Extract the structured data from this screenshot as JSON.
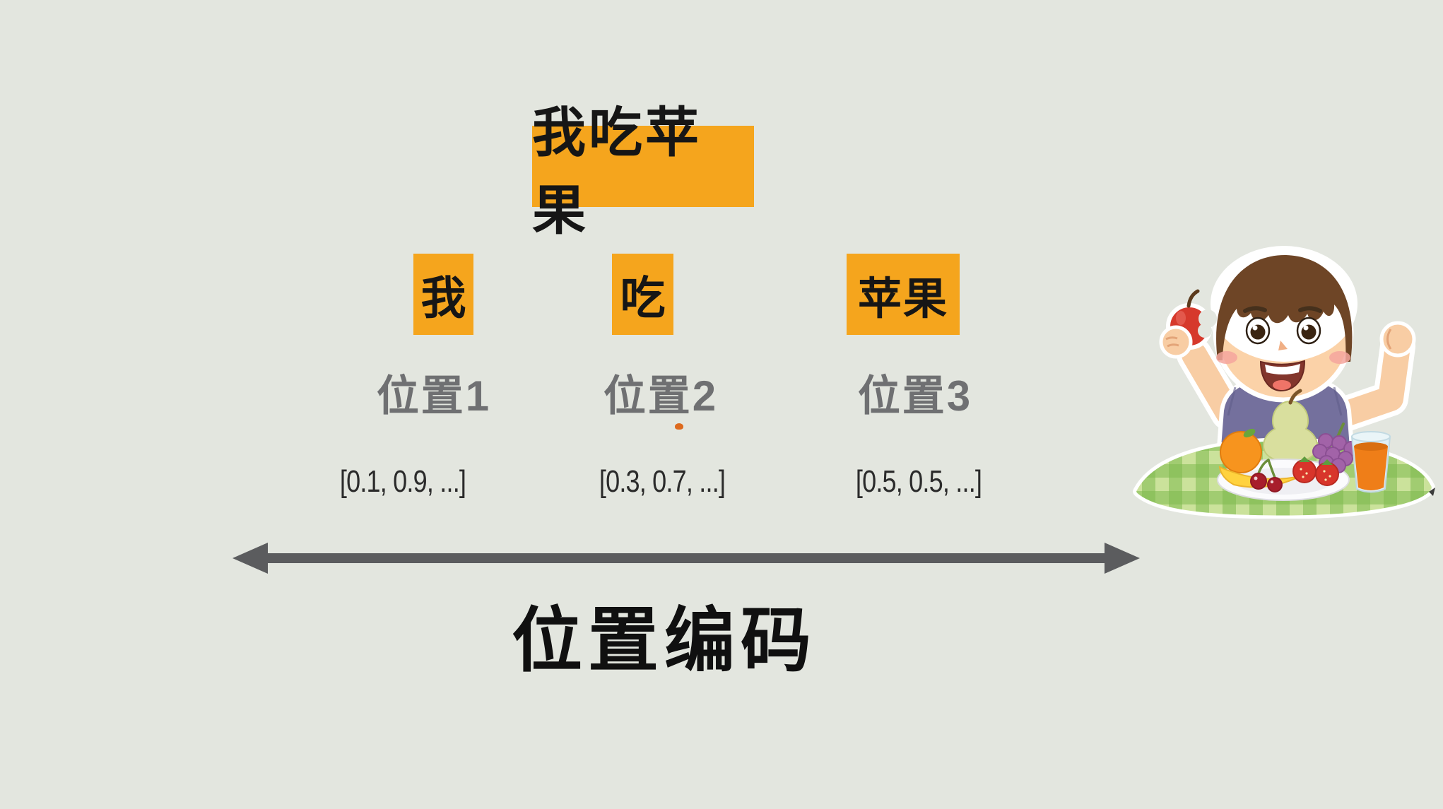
{
  "sentence": {
    "text": "我吃苹果"
  },
  "tokens": [
    {
      "word": "我",
      "position_label": "位置1",
      "vector": "[0.1, 0.9, ...]"
    },
    {
      "word": "吃",
      "position_label": "位置2",
      "vector": "[0.3, 0.7, ...]"
    },
    {
      "word": "苹果",
      "position_label": "位置3",
      "vector": "[0.5, 0.5, ...]"
    }
  ],
  "axis": {
    "caption": "位置编码"
  },
  "colors": {
    "background": "#E3E6DF",
    "token_highlight": "#F5A51D",
    "position_label_gray": "#6F7072",
    "vector_text": "#2B2B2B",
    "arrow_gray": "#5B5C5E",
    "caption_black": "#101010",
    "stray_dot_orange": "#DD6A1E"
  },
  "illustration": {
    "name": "boy-eating-apple",
    "elements": [
      "bitten-red-apple",
      "boy-flexing-arm",
      "fruit-plate",
      "orange-juice-glass",
      "green-checkered-tablecloth"
    ]
  }
}
